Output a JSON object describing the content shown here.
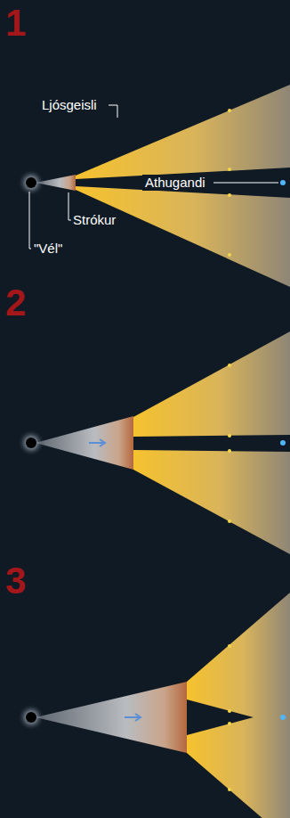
{
  "diagram": {
    "labels": [
      "1",
      "Ljósgeisli",
      "Athugandi",
      "Strókur",
      "\"Vél\"",
      "2",
      "3"
    ]
  }
}
